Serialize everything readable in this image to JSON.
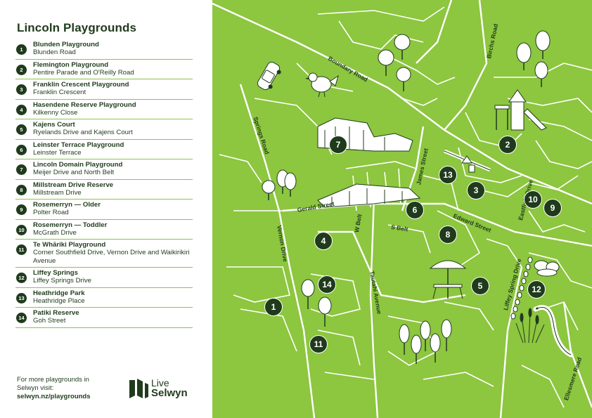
{
  "title": "Lincoln Playgrounds",
  "playgrounds": [
    {
      "num": "1",
      "name": "Blunden Playground",
      "address": "Blunden Road"
    },
    {
      "num": "2",
      "name": "Flemington Playground",
      "address": "Pentire Parade and O'Reilly Road"
    },
    {
      "num": "3",
      "name": "Franklin Crescent Playground",
      "address": "Franklin Crescent"
    },
    {
      "num": "4",
      "name": "Hasendene Reserve Playground",
      "address": "Kilkenny Close"
    },
    {
      "num": "5",
      "name": "Kajens Court",
      "address": "Ryelands Drive and Kajens Court"
    },
    {
      "num": "6",
      "name": "Leinster Terrace Playground",
      "address": "Leinster Terrace"
    },
    {
      "num": "7",
      "name": "Lincoln Domain Playground",
      "address": "Meijer Drive and North Belt"
    },
    {
      "num": "8",
      "name": "Millstream Drive Reserve",
      "address": "Millstream Drive"
    },
    {
      "num": "9",
      "name": "Rosemerryn — Older",
      "address": "Polter Road"
    },
    {
      "num": "10",
      "name": "Rosemerryn — Toddler",
      "address": "McGrath Drive"
    },
    {
      "num": "11",
      "name": "Te Whāriki Playground",
      "address": "Corner Southfield Drive, Vernon Drive and Waikirikiri Avenue"
    },
    {
      "num": "12",
      "name": "Liffey Springs",
      "address": "Liffey Springs Drive"
    },
    {
      "num": "13",
      "name": "Heathridge Park",
      "address": "Heathridge Place"
    },
    {
      "num": "14",
      "name": "Patiki Reserve",
      "address": "Goh Street"
    }
  ],
  "more_info": {
    "line1": "For more playgrounds in",
    "line2": "Selwyn visit:",
    "url": "selwyn.nz/playgrounds"
  },
  "logo": {
    "line1": "Live",
    "line2": "Selwyn"
  },
  "streets": {
    "boundary": "Boundary Road",
    "birchs": "Birchs Road",
    "springs": "Springs Road",
    "james": "James Street",
    "gerald": "Gerald Street",
    "wbelt": "W Belt",
    "sbelt": "S Belt",
    "edward": "Edward Street",
    "vernon": "Vernon Drive",
    "tautahi": "Tautahi Avenue",
    "liffey": "Liffey Spring Drive",
    "ellesmere": "Ellesmere Road",
    "eastfield": "Eastfield Drive"
  },
  "map_markers": [
    "1",
    "2",
    "3",
    "4",
    "5",
    "6",
    "7",
    "8",
    "9",
    "10",
    "11",
    "12",
    "13",
    "14"
  ],
  "colors": {
    "map_green": "#8dc63f",
    "dark_green": "#1f3b1c",
    "line_green": "#8bc34a"
  },
  "icons": [
    "tree-icon",
    "car-icon",
    "bird-icon",
    "pavilion-icon",
    "grandstand-icon",
    "slide-icon",
    "seesaw-icon",
    "picnic-table-icon",
    "eel-icon",
    "reeds-icon",
    "stones-icon",
    "location-pin-icon"
  ]
}
